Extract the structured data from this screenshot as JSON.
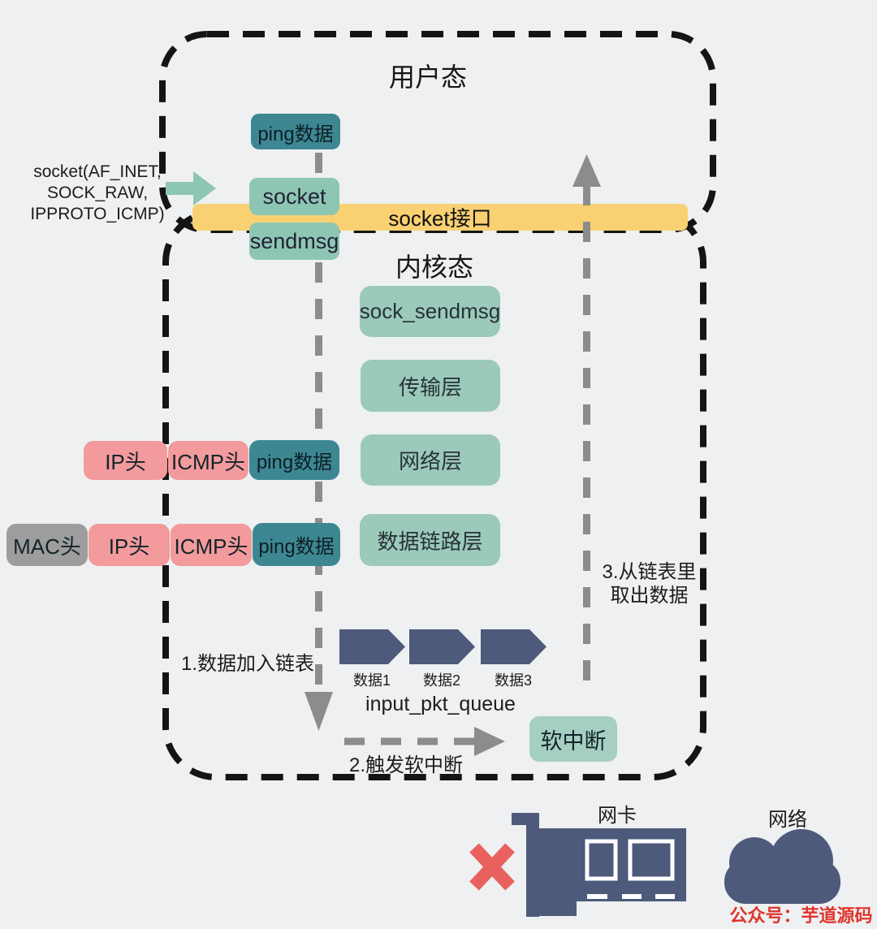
{
  "user_mode": {
    "title": "用户态",
    "ping_data": "ping数据",
    "socket": "socket",
    "sendmsg": "sendmsg",
    "syscall_line1": "socket(AF_INET,",
    "syscall_line2": "SOCK_RAW,",
    "syscall_line3": "IPPROTO_ICMP)"
  },
  "socket_interface": "socket接口",
  "kernel_mode": {
    "title": "内核态",
    "layers": [
      "sock_sendmsg",
      "传输层",
      "网络层",
      "数据链路层"
    ],
    "softirq": "软中断"
  },
  "packets": {
    "row1": [
      "IP头",
      "ICMP头",
      "ping数据"
    ],
    "row2": [
      "MAC头",
      "IP头",
      "ICMP头",
      "ping数据"
    ]
  },
  "queue": {
    "step1": "1.数据加入链表",
    "items": [
      "数据1",
      "数据2",
      "数据3"
    ],
    "name": "input_pkt_queue",
    "step2": "2.触发软中断",
    "step3_line1": "3.从链表里",
    "step3_line2": "取出数据"
  },
  "bottom": {
    "nic_label": "网卡",
    "network_label": "网络",
    "watermark": "公众号：芋道源码"
  },
  "colors": {
    "background": "#eef0f1",
    "dark_teal": "#3d8793",
    "light_teal": "#8ec6b4",
    "layer_green": "#9bc9ba",
    "softirq_green": "#a4cfc1",
    "yellow": "#f9d173",
    "pink": "#f29a9c",
    "gray": "#9d9d9d",
    "navy": "#4d5a7b",
    "error_red": "#e8615e",
    "watermark_red": "#e0342c"
  }
}
